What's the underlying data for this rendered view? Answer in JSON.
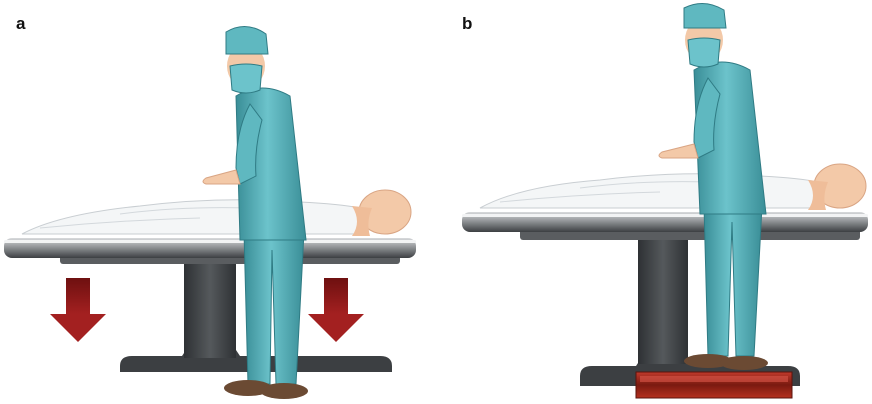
{
  "panels": [
    {
      "label": "a"
    },
    {
      "label": "b"
    }
  ],
  "colors": {
    "scrubs": "#5fb8c0",
    "scrubs_dark": "#3a8e97",
    "table_steel": "#8a8d90",
    "table_dark": "#3c3f42",
    "arrow": "#8b1a1a",
    "step_platform": "#9e2418",
    "skin": "#f3c9a8",
    "shoes": "#6b4a33"
  },
  "icons": [
    "down-arrow-icon",
    "surgeon-figure",
    "operating-table",
    "patient-figure",
    "step-platform"
  ]
}
